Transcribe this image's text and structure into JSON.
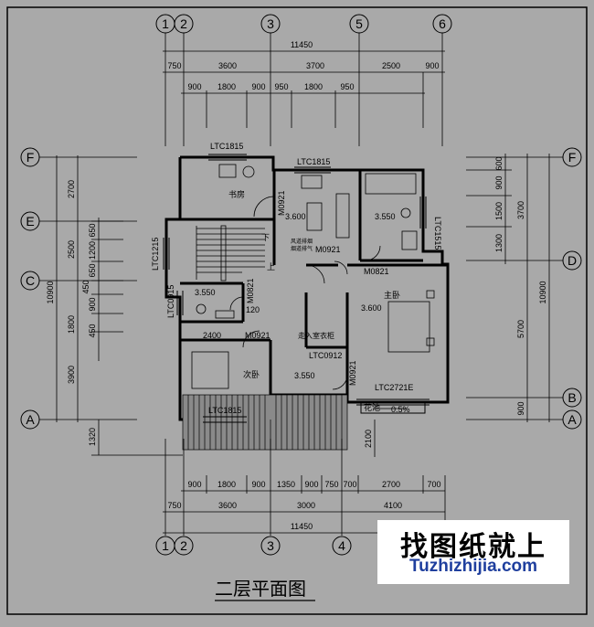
{
  "title": "二层平面图",
  "watermark": {
    "text": "找图纸就上",
    "url": "Tuzhizhijia.com"
  },
  "axes": {
    "top": [
      "1",
      "2",
      "3",
      "5",
      "6"
    ],
    "bottom": [
      "1",
      "2",
      "3",
      "4"
    ],
    "left": [
      "F",
      "E",
      "C",
      "A"
    ],
    "right": [
      "F",
      "D",
      "B",
      "A"
    ]
  },
  "dims": {
    "top_total": "11450",
    "top_row1": [
      "750",
      "3600",
      "3700",
      "2500",
      "900"
    ],
    "top_row2": [
      "900",
      "1800",
      "900",
      "950",
      "1800",
      "950"
    ],
    "bottom_row1": [
      "900",
      "1800",
      "900",
      "1350",
      "900",
      "750",
      "700",
      "2700",
      "700"
    ],
    "bottom_row2": [
      "750",
      "3600",
      "3000",
      "4100"
    ],
    "bottom_total": "11450",
    "left_total": "10900",
    "left_outer": [
      "2700",
      "2500",
      "1800",
      "3900"
    ],
    "left_inner": [
      "650",
      "1200",
      "650",
      "450",
      "900",
      "450"
    ],
    "left_bottom": "1320",
    "right_inner": [
      "600",
      "900",
      "1500",
      "1300"
    ],
    "right_mid": [
      "3700",
      "5700"
    ],
    "right_bottom": "900",
    "right_total": "10900",
    "balcony_depth": "2100"
  },
  "rooms": {
    "study": "书房",
    "master": "主卧",
    "second": "次卧",
    "closet": "走入室衣柜",
    "flower": "花池",
    "shaft_note_1": "风道排烟",
    "shaft_note_2": "烟道排气"
  },
  "levels": [
    "3.600",
    "3.550",
    "3.550",
    "3.600",
    "3.550"
  ],
  "windows": [
    "LTC1815",
    "LTC1815",
    "LTC1515",
    "LTC1215",
    "LTC0915",
    "LTC1815",
    "LTC2721E",
    "LTC0912"
  ],
  "doors": [
    "M0921",
    "M0921",
    "M0821",
    "M0821",
    "M0921",
    "M0921"
  ],
  "stair": {
    "down": "下",
    "up": "上",
    "dim": "120"
  },
  "slope": "0.5%"
}
